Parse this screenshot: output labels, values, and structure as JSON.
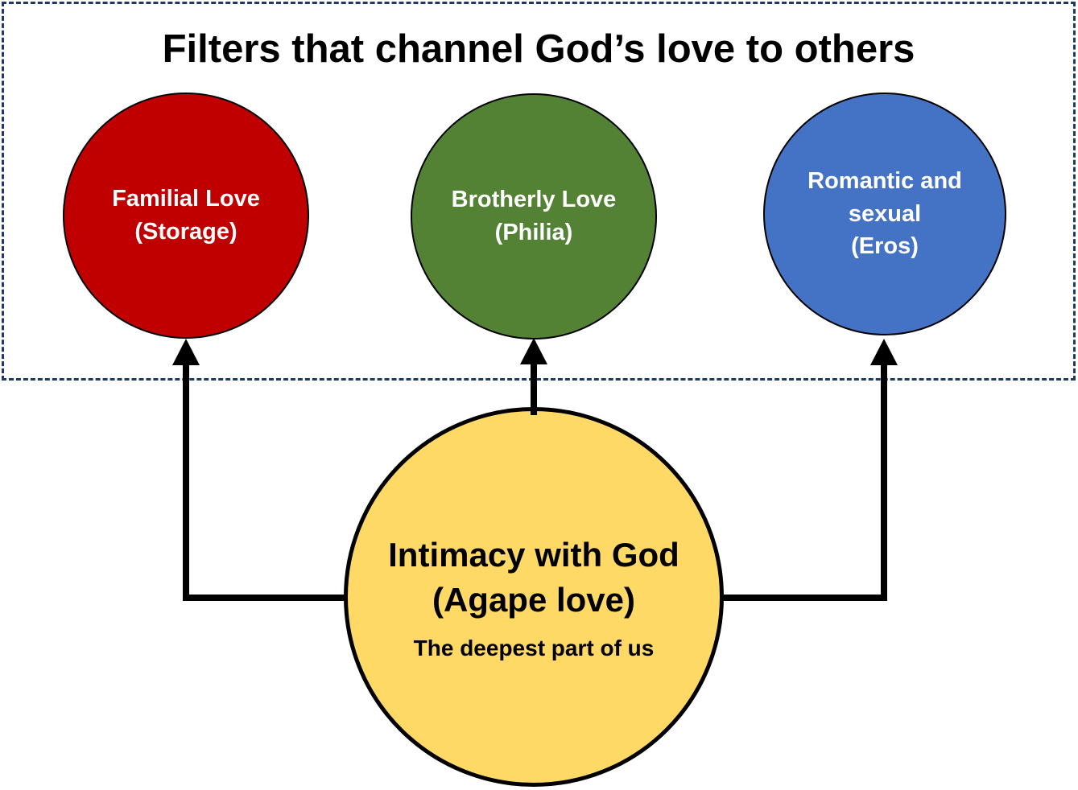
{
  "title": "Filters that channel God’s love to others",
  "colors": {
    "box_border": "#1F3864",
    "arrow": "#000000",
    "circle_border": "#000000",
    "background": "#FFFFFF"
  },
  "filters": [
    {
      "name": "familial-love",
      "line1": "Familial Love",
      "line2": "(Storage)",
      "fill": "#C00000",
      "text_color": "#FFFFFF"
    },
    {
      "name": "brotherly-love",
      "line1": "Brotherly Love",
      "line2": "(Philia)",
      "fill": "#548235",
      "text_color": "#FFFFFF"
    },
    {
      "name": "romantic-love",
      "line1": "Romantic and",
      "line2": "sexual",
      "line3": "(Eros)",
      "fill": "#4472C4",
      "text_color": "#FFFFFF"
    }
  ],
  "source": {
    "name": "intimacy-with-god",
    "line1": "Intimacy with God",
    "line2": "(Agape love)",
    "subtitle": "The deepest part of us",
    "fill": "#FFD966",
    "text_color": "#000000"
  }
}
